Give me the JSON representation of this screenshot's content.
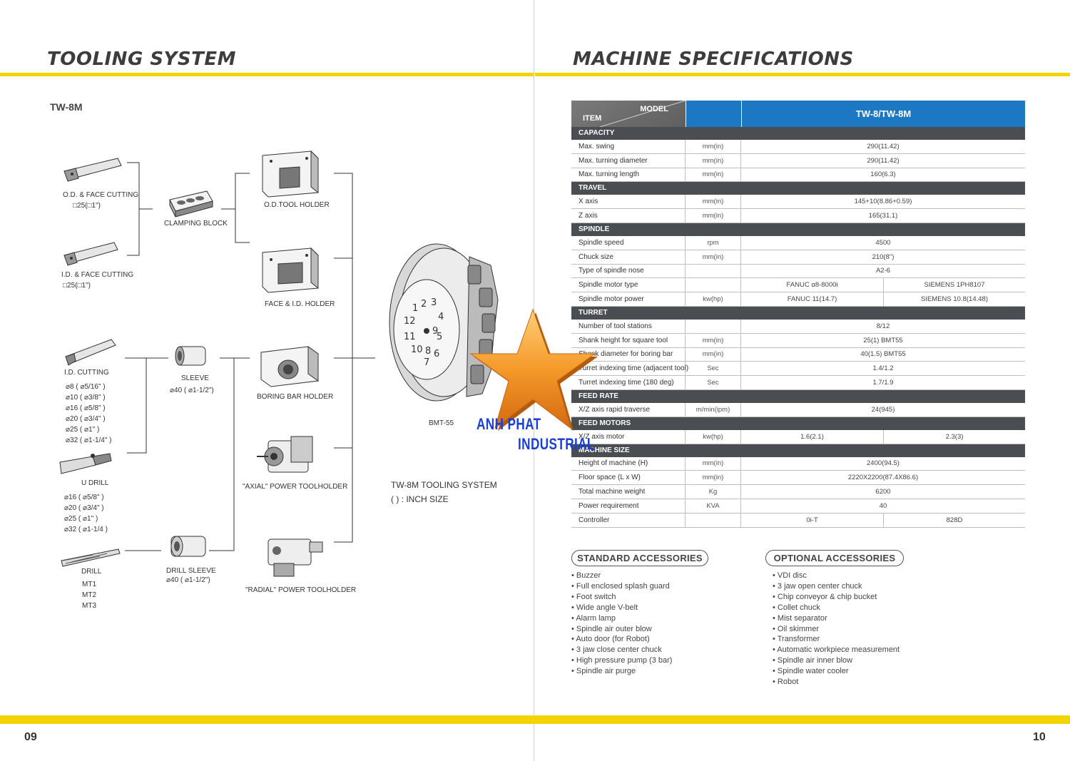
{
  "left_page": {
    "title": "TOOLING SYSTEM",
    "model": "TW-8M",
    "page_number": "09",
    "labels": {
      "od_face_cutting": "O.D. & FACE CUTTING",
      "od_face_size": "□25(□1\")",
      "id_face_cutting": "I.D. & FACE CUTTING",
      "id_face_size": "□25(□1\")",
      "clamping_block": "CLAMPING  BLOCK",
      "od_tool_holder": "O.D.TOOL  HOLDER",
      "face_id_holder": "FACE  &  I.D.  HOLDER",
      "id_cutting": "I.D. CUTTING",
      "sleeve": "SLEEVE",
      "sleeve_size": "⌀40 ( ⌀1-1/2\")",
      "boring_bar_holder": "BORING  BAR  HOLDER",
      "u_drill": "U DRILL",
      "axial_holder": "\"AXIAL\"  POWER  TOOLHOLDER",
      "drill": "DRILL",
      "drill_sleeve": "DRILL  SLEEVE",
      "drill_sleeve_size": "⌀40 ( ⌀1-1/2\")",
      "radial_holder": "\"RADIAL\"  POWER  TOOLHOLDER",
      "turret": "BMT-55",
      "system_title": "TW-8M TOOLING SYSTEM",
      "inch_note": "(  )     : INCH SIZE"
    },
    "id_cutting_sizes": [
      "⌀8   ( ⌀5/16\" )",
      "⌀10 ( ⌀3/8\" )",
      "⌀16 ( ⌀5/8\" )",
      "⌀20 ( ⌀3/4\" )",
      "⌀25 ( ⌀1\" )",
      "⌀32  ( ⌀1-1/4\" )"
    ],
    "u_drill_sizes": [
      "⌀16  ( ⌀5/8\" )",
      "⌀20 ( ⌀3/4\" )",
      "⌀25 ( ⌀1\" )",
      "⌀32  ( ⌀1-1/4 )"
    ],
    "drill_sizes": [
      "MT1",
      "MT2",
      "MT3"
    ]
  },
  "right_page": {
    "title": "MACHINE SPECIFICATIONS",
    "page_number": "10",
    "table": {
      "header_model": "MODEL",
      "header_item": "ITEM",
      "header_value": "TW-8/TW-8M",
      "sections": [
        {
          "name": "CAPACITY",
          "rows": [
            {
              "item": "Max. swing",
              "unit": "mm(in)",
              "values": [
                "290(11.42)"
              ]
            },
            {
              "item": "Max. turning diameter",
              "unit": "mm(in)",
              "values": [
                "290(11.42)"
              ]
            },
            {
              "item": "Max. turning length",
              "unit": "mm(in)",
              "values": [
                "160(6.3)"
              ]
            }
          ]
        },
        {
          "name": "TRAVEL",
          "rows": [
            {
              "item": "X axis",
              "unit": "mm(in)",
              "values": [
                "145+10(8.86+0.59)"
              ]
            },
            {
              "item": "Z axis",
              "unit": "mm(in)",
              "values": [
                "165(31.1)"
              ]
            }
          ]
        },
        {
          "name": "SPINDLE",
          "rows": [
            {
              "item": "Spindle speed",
              "unit": "rpm",
              "values": [
                "4500"
              ]
            },
            {
              "item": "Chuck size",
              "unit": "mm(in)",
              "values": [
                "210(8\")"
              ]
            },
            {
              "item": "Type of spindle nose",
              "unit": "",
              "values": [
                "A2-6"
              ]
            },
            {
              "item": "Spindle motor type",
              "unit": "",
              "values": [
                "FANUC      α8-8000i",
                "SIEMENS 1PH8107"
              ]
            },
            {
              "item": "Spindle motor power",
              "unit": "kw(hp)",
              "values": [
                "FANUC      11(14.7)",
                "SIEMENS 10.8(14.48)"
              ]
            }
          ]
        },
        {
          "name": "TURRET",
          "rows": [
            {
              "item": "Number of tool stations",
              "unit": "",
              "values": [
                "8/12"
              ]
            },
            {
              "item": "Shank height for square tool",
              "unit": "mm(in)",
              "values": [
                "25(1) BMT55"
              ]
            },
            {
              "item": "Shank diameter for boring bar",
              "unit": "mm(in)",
              "values": [
                "40(1.5) BMT55"
              ]
            },
            {
              "item": "Turret indexing time (adjacent tool)",
              "unit": "Sec",
              "values": [
                "1.4/1.2"
              ]
            },
            {
              "item": "Turret indexing time (180 deg)",
              "unit": "Sec",
              "values": [
                "1.7/1.9"
              ]
            }
          ]
        },
        {
          "name": "FEED RATE",
          "rows": [
            {
              "item": "X/Z axis rapid traverse",
              "unit": "m/min(ipm)",
              "values": [
                "24(945)"
              ]
            }
          ]
        },
        {
          "name": "FEED MOTORS",
          "rows": [
            {
              "item": "X/Z axis motor",
              "unit": "kw(hp)",
              "values": [
                "1.6(2.1)",
                "2.3(3)"
              ]
            }
          ]
        },
        {
          "name": "MACHINE SIZE",
          "rows": [
            {
              "item": "Height of machine (H)",
              "unit": "mm(in)",
              "values": [
                "2400(94.5)"
              ]
            },
            {
              "item": "Floor space (L x W)",
              "unit": "mm(in)",
              "values": [
                "2220X2200(87.4X86.6)"
              ]
            },
            {
              "item": "Total machine weight",
              "unit": "Kg",
              "values": [
                "6200"
              ]
            },
            {
              "item": "Power requirement",
              "unit": "KVA",
              "values": [
                "40"
              ]
            },
            {
              "item": "Controller",
              "unit": "",
              "values": [
                "0i-T",
                "828D"
              ]
            }
          ]
        }
      ]
    },
    "standard_accessories": {
      "title": "STANDARD ACCESSORIES",
      "items": [
        "Buzzer",
        "Full enclosed splash guard",
        "Foot switch",
        "Wide angle V-belt",
        "Alarm lamp",
        "Spindle air outer blow",
        "Auto door (for Robot)",
        "3 jaw close center chuck",
        "High pressure pump (3 bar)",
        "Spindle air purge"
      ]
    },
    "optional_accessories": {
      "title": "OPTIONAL  ACCESSORIES",
      "items": [
        "VDI disc",
        "3 jaw open center chuck",
        "Chip conveyor & chip bucket",
        "Collet chuck",
        "Mist separator",
        "Oil skimmer",
        "Transformer",
        "Automatic workpiece measurement",
        "Spindle air inner blow",
        "Spindle water cooler",
        "Robot"
      ]
    }
  },
  "watermark": {
    "line1": "ANH PHAT",
    "line2": "INDUSTRIAL"
  },
  "colors": {
    "accent_yellow": "#f3d400",
    "header_blue": "#1d78c4",
    "section_dark": "#4a4d52",
    "watermark_orange": "#f08a1c",
    "watermark_blue": "#1a3fd8"
  }
}
